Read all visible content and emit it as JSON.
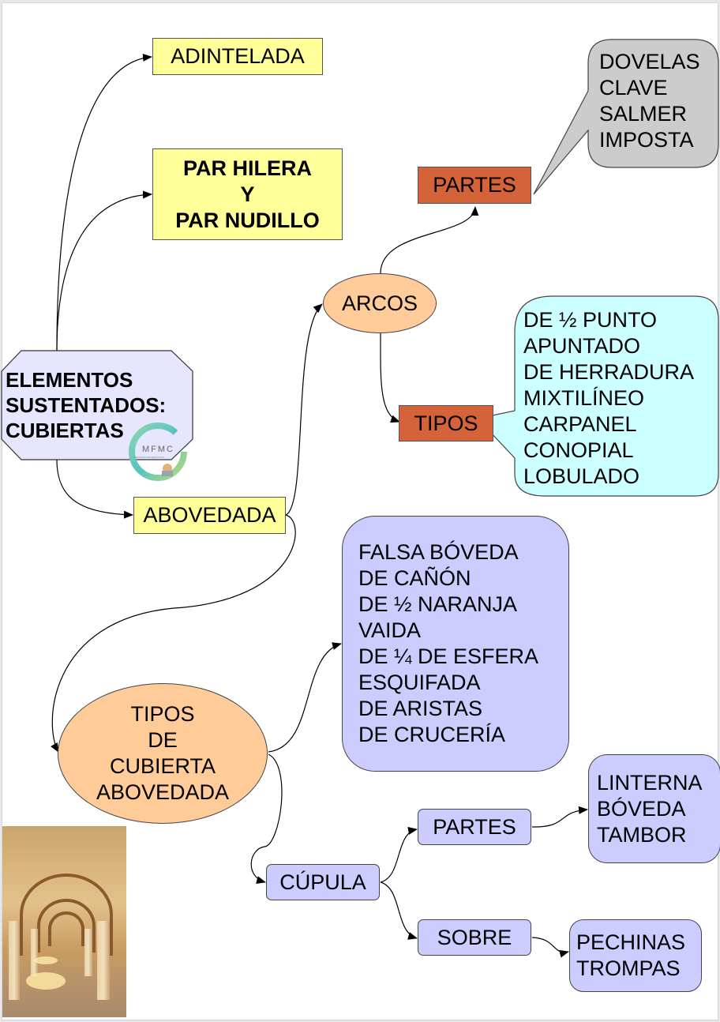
{
  "colors": {
    "yellow": "#ffff99",
    "red_orange": "#d4633a",
    "peach": "#ffcc99",
    "lavender": "#ccccff",
    "light_cyan": "#ccffff",
    "gray": "#cccccc",
    "central": "#e6e6ff"
  },
  "central": {
    "label": "ELEMENTOS\nSUSTENTADOS:\nCUBIERTAS"
  },
  "adintelada": {
    "label": "ADINTELADA"
  },
  "par_hilera": {
    "label": "PAR HILERA\nY\nPAR NUDILLO"
  },
  "abovedada": {
    "label": "ABOVEDADA"
  },
  "arcos": {
    "label": "ARCOS",
    "partes": {
      "label": "PARTES",
      "items": "DOVELAS\nCLAVE\nSALMER\nIMPOSTA"
    },
    "tipos": {
      "label": "TIPOS",
      "items": "DE ½ PUNTO\nAPUNTADO\nDE HERRADURA\nMIXTILÍNEO\nCARPANEL\nCONOPIAL\nLOBULADO"
    }
  },
  "tipos_cubierta": {
    "label": "TIPOS\nDE\nCUBIERTA\nABOVEDADA",
    "bovedas": "FALSA BÓVEDA\nDE CAÑÓN\nDE ½ NARANJA\nVAIDA\nDE ¼ DE ESFERA\nESQUIFADA\nDE ARISTAS\nDE CRUCERÍA"
  },
  "cupula": {
    "label": "CÚPULA",
    "partes": {
      "label": "PARTES",
      "items": "LINTERNA\nBÓVEDA\nTAMBOR"
    },
    "sobre": {
      "label": "SOBRE",
      "items": "PECHINAS\nTROMPAS"
    }
  },
  "logo": {
    "text": "MFMC",
    "subtext": "GEOHISTOARTEDUCATIVA"
  }
}
